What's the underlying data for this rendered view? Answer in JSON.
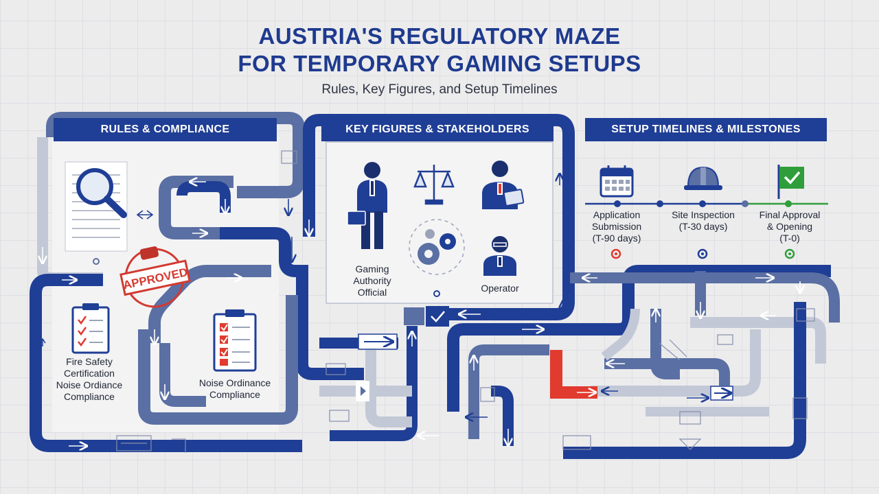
{
  "title": {
    "line1": "AUSTRIA'S REGULATORY MAZE",
    "line2": "FOR TEMPORARY GAMING SETUPS",
    "subtitle": "Rules, Key Figures, and Setup Timelines"
  },
  "sections": {
    "rules": "RULES & COMPLIANCE",
    "figures": "KEY FIGURES & STAKEHOLDERS",
    "timelines": "SETUP TIMELINES & MILESTONES"
  },
  "rules": {
    "stamp": "APPROVED",
    "fire_line1": "Fire Safety",
    "fire_line2": "Certification",
    "fire_line3": "Noise Ordiance",
    "fire_line4": "Compliance",
    "noise_line1": "Noise Ordinance",
    "noise_line2": "Compliance"
  },
  "figures": {
    "official_line1": "Gaming",
    "official_line2": "Authority",
    "official_line3": "Official",
    "operator": "Operator"
  },
  "timeline": {
    "m1_line1": "Application",
    "m1_line2": "Submission",
    "m1_line3": "(T-90 days)",
    "m2_line1": "Site Inspection",
    "m2_line2": "(T-30 days)",
    "m3_line1": "Final Approval",
    "m3_line2": "& Opening",
    "m3_line3": "(T-0)"
  },
  "colors": {
    "navy": "#1f3e95",
    "slate": "#5a6fa3",
    "light": "#c3c8d6",
    "red": "#e13a2e",
    "green": "#2f9e3a"
  }
}
